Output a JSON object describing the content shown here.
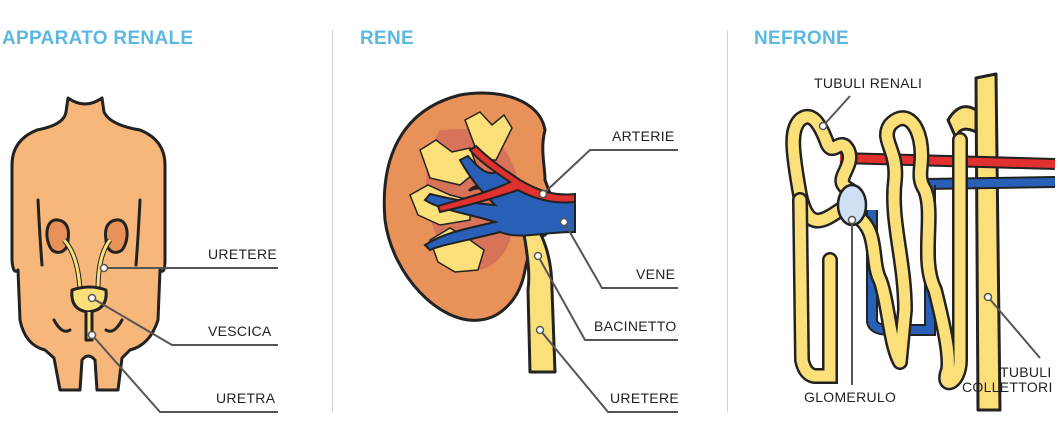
{
  "panels": {
    "apparato": {
      "title": "APPARATO RENALE",
      "labels": {
        "uretere": "URETERE",
        "vescica": "VESCICA",
        "uretra": "URETRA"
      }
    },
    "rene": {
      "title": "RENE",
      "labels": {
        "arterie": "ARTERIE",
        "vene": "VENE",
        "bacinetto": "BACINETTO",
        "uretere": "URETERE"
      }
    },
    "nefrone": {
      "title": "NEFRONE",
      "labels": {
        "tubuli_renali": "TUBULI RENALI",
        "glomerulo": "GLOMERULO",
        "tubuli_collettori_1": "TUBULI",
        "tubuli_collettori_2": "COLLETTORI"
      }
    }
  },
  "colors": {
    "title": "#5cb8e0",
    "skin": "#f7b77a",
    "kidney": "#e8925a",
    "kidney_red": "#c85a5a",
    "yellow": "#fbe07a",
    "artery": "#e03030",
    "vein": "#2860b8",
    "glomerulus": "#cfe0f5",
    "divider": "#d2d2d2"
  }
}
